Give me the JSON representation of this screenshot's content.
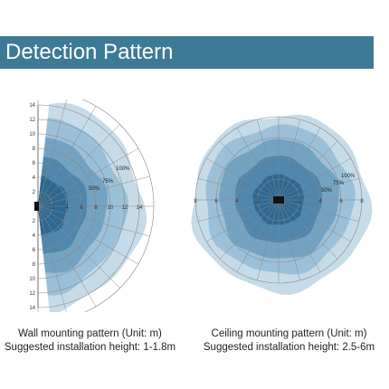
{
  "header": {
    "title": "Detection Pattern"
  },
  "wall": {
    "caption_title": "Wall mounting pattern (Unit: m)",
    "caption_height": "Suggested installation height: 1-1.8m",
    "y_ticks_top": [
      "14",
      "12",
      "10",
      "8",
      "6",
      "4",
      "2"
    ],
    "y_ticks_bottom": [
      "2",
      "4",
      "6",
      "8",
      "10",
      "12",
      "14"
    ],
    "x_ticks": [
      "2",
      "4",
      "6",
      "8",
      "10",
      "12",
      "14"
    ],
    "zone_labels": [
      "100%",
      "75%",
      "50%"
    ]
  },
  "ceiling": {
    "caption_title": "Ceiling  mounting pattern (Unit: m)",
    "caption_height": "Suggested installation height: 2.5-6m",
    "left_ticks": [
      "8",
      "6",
      "4",
      "2"
    ],
    "right_ticks": [
      "2",
      "4",
      "6",
      "8"
    ],
    "zone_labels": [
      "100%",
      "75%",
      "50%"
    ]
  },
  "colors": {
    "banner": "#3c7a96",
    "zone_outer": "#c6dbe8",
    "zone_100": "#9cc0d7",
    "zone_75": "#74a3c2",
    "zone_50": "#4f86ad",
    "zone_core": "#2d6892",
    "sensor": "#111111"
  }
}
